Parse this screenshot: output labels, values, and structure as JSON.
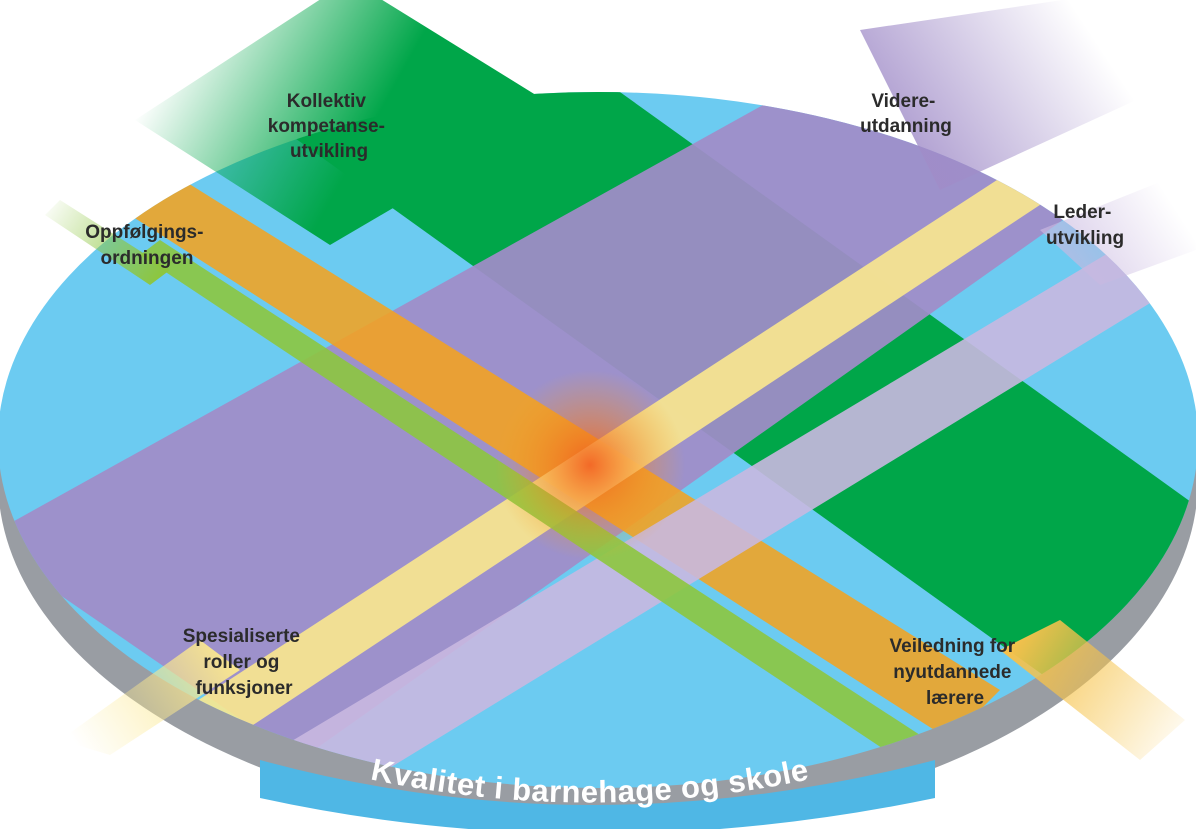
{
  "diagram": {
    "base_label": "Kvalitet i barnehage og skole",
    "colors": {
      "disc_top": "#6ccbf1",
      "disc_rim": "#999da3",
      "green": "#00a649",
      "orange": "#f7a21b",
      "light_green": "#8dc63f",
      "purple": "#a08cc8",
      "yellow": "#fbe88e",
      "lavender": "#c9b8e0"
    },
    "bands": [
      {
        "id": "kollektiv",
        "color": "green",
        "lines": [
          "Kollektiv",
          "kompetanse-",
          "utvikling"
        ]
      },
      {
        "id": "oppfolging",
        "color": "orange",
        "lines": [
          "Oppfølgings-",
          "ordningen"
        ]
      },
      {
        "id": "veiledning",
        "color": "light_green",
        "lines": [
          "Veiledning for",
          "nyutdannede",
          "lærere"
        ]
      },
      {
        "id": "videre",
        "color": "purple",
        "lines": [
          "Videre-",
          "utdanning"
        ]
      },
      {
        "id": "leder",
        "color": "yellow",
        "lines": [
          "Leder-",
          "utvikling"
        ]
      },
      {
        "id": "spesialiserte",
        "color": "lavender",
        "lines": [
          "Spesialiserte",
          "roller og",
          "funksjoner"
        ]
      }
    ]
  }
}
